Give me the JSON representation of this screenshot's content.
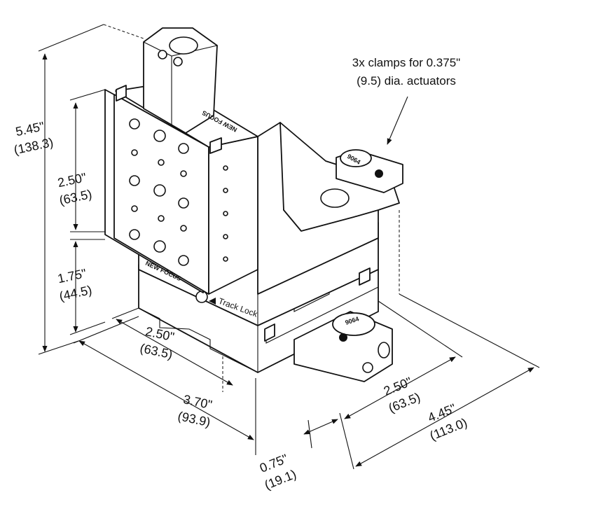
{
  "callout": {
    "line1": "3x clamps for 0.375\"",
    "line2": "(9.5) dia. actuators"
  },
  "labels": {
    "track_lock": "Track Lock",
    "brand_front": "NEW FOCUS",
    "brand_top": "NEW FOCUS",
    "clamp_part_top": "9064",
    "clamp_part_front": "9064"
  },
  "dimensions": {
    "overall_height": {
      "imperial": "5.45\"",
      "metric": "(138.3)"
    },
    "upper_height": {
      "imperial": "2.50\"",
      "metric": "(63.5)"
    },
    "lower_height": {
      "imperial": "1.75\"",
      "metric": "(44.5)"
    },
    "base_width": {
      "imperial": "2.50\"",
      "metric": "(63.5)"
    },
    "total_width": {
      "imperial": "3.70\"",
      "metric": "(93.9)"
    },
    "offset": {
      "imperial": "0.75\"",
      "metric": "(19.1)"
    },
    "depth": {
      "imperial": "2.50\"",
      "metric": "(63.5)"
    },
    "total_depth": {
      "imperial": "4.45\"",
      "metric": "(113.0)"
    }
  },
  "colors": {
    "line": "#111111",
    "background": "#ffffff"
  }
}
